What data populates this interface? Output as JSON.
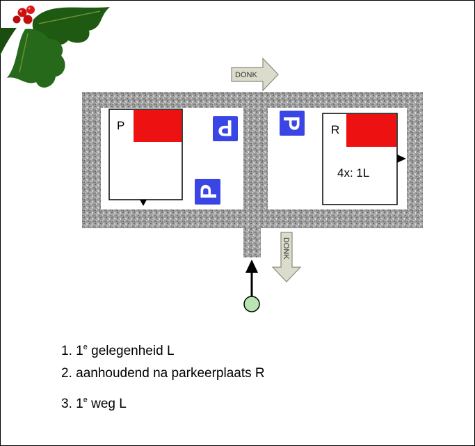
{
  "route": {
    "colors": {
      "road": "#9e9e9e",
      "building_roof": "#ee1111",
      "parking_sign": "#3a45e6",
      "start_point": "#b7e4b0",
      "arrow_fill": "#d8d8c8"
    },
    "direction_arrows": [
      {
        "label": "DONK"
      },
      {
        "label": "DONK"
      }
    ],
    "buildings": [
      {
        "label": "P",
        "note": ""
      },
      {
        "label": "R",
        "note": "4x: 1L"
      }
    ],
    "parking_signs": [
      "P",
      "P",
      "P"
    ],
    "icons": [
      "holly-icon",
      "start-point-icon",
      "up-arrow-icon"
    ]
  },
  "instructions": [
    {
      "number": "1.",
      "ordinal": "1",
      "sup": "e",
      "text": " gelegenheid L"
    },
    {
      "number": "2.",
      "text": "aanhoudend na parkeerplaats R"
    },
    {
      "number": "3.",
      "ordinal": "1",
      "sup": "e",
      "text": " weg L"
    }
  ]
}
